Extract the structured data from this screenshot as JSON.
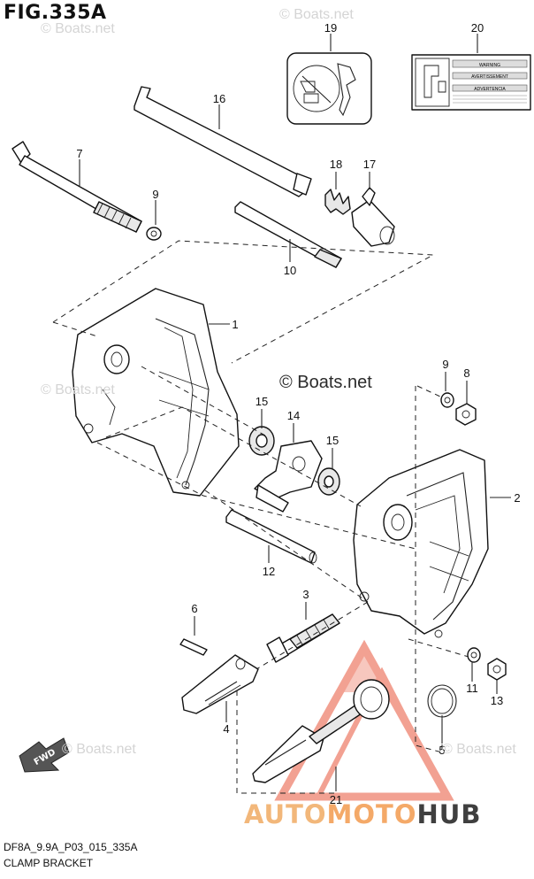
{
  "figure": {
    "title": "FIG.335A",
    "footer_code": "DF8A_9.9A_P03_015_335A",
    "footer_name": "CLAMP BRACKET"
  },
  "watermark": {
    "main": "© Boats.net",
    "faint": "© Boats.net"
  },
  "brand": {
    "part1": "AUTO",
    "part2": "MOTO",
    "part3": "HUB",
    "colors": {
      "part1": "#f2b77a",
      "part2": "#f4a968",
      "part3": "#3f3f3f",
      "logo": "#e8553a"
    }
  },
  "fwd_label": "FWD",
  "part_numbers": {
    "p1": "1",
    "p2": "2",
    "p3": "3",
    "p4": "4",
    "p5": "5",
    "p6": "6",
    "p7": "7",
    "p8": "8",
    "p9a": "9",
    "p9b": "9",
    "p10": "10",
    "p11": "11",
    "p12": "12",
    "p13": "13",
    "p14": "14",
    "p15a": "15",
    "p15b": "15",
    "p16": "16",
    "p17": "17",
    "p18": "18",
    "p19": "19",
    "p20": "20",
    "p21": "21"
  },
  "label_20": {
    "lines": [
      "WARNING",
      "AVERTISSEMENT",
      "ADVERTENCIA"
    ]
  }
}
